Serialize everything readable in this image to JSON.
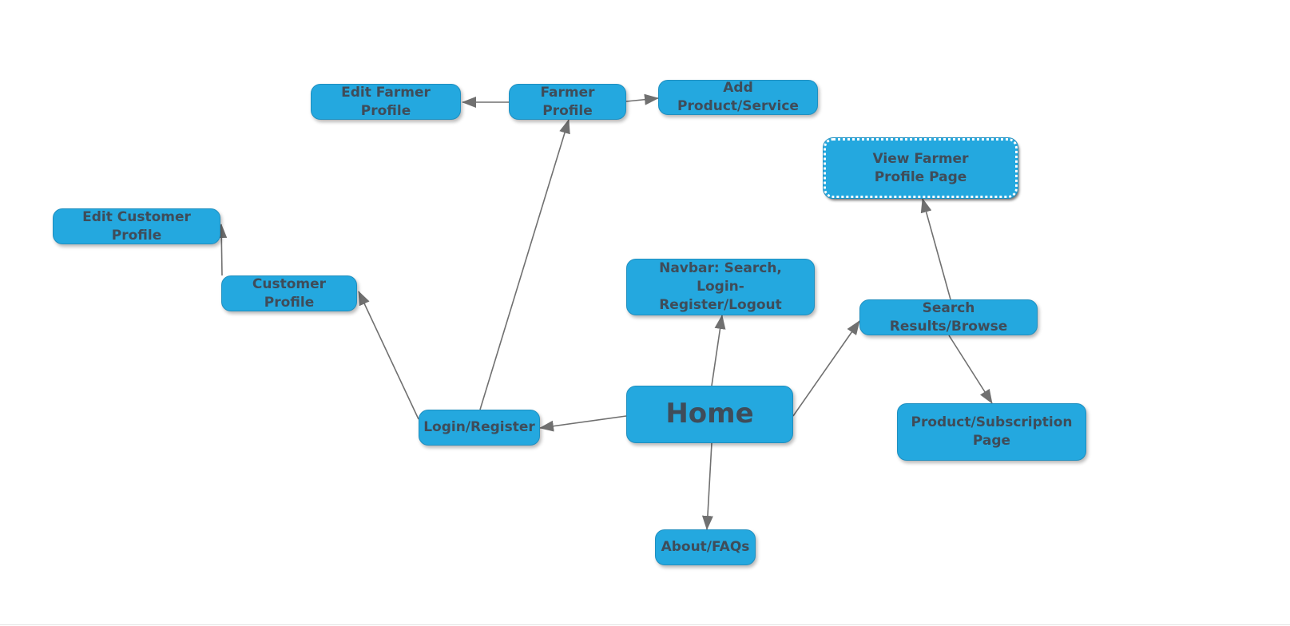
{
  "diagram": {
    "nodes": [
      {
        "id": "home",
        "label": "Home"
      },
      {
        "id": "login_register",
        "label": "Login/Register"
      },
      {
        "id": "farmer_profile",
        "label": "Farmer Profile"
      },
      {
        "id": "edit_farmer_profile",
        "label": "Edit Farmer Profile"
      },
      {
        "id": "add_product_service",
        "label": "Add Product/Service"
      },
      {
        "id": "customer_profile",
        "label": "Customer Profile"
      },
      {
        "id": "edit_customer_profile",
        "label": "Edit Customer Profile"
      },
      {
        "id": "navbar",
        "label": "Navbar: Search, Login-Register/Logout"
      },
      {
        "id": "search_results",
        "label": "Search Results/Browse"
      },
      {
        "id": "view_farmer_profile",
        "label": "View Farmer Profile Page"
      },
      {
        "id": "product_subscription",
        "label": "Product/Subscription Page"
      },
      {
        "id": "about_faqs",
        "label": "About/FAQs"
      }
    ],
    "edges": [
      {
        "from": "home",
        "to": "login_register"
      },
      {
        "from": "home",
        "to": "navbar"
      },
      {
        "from": "home",
        "to": "search_results"
      },
      {
        "from": "home",
        "to": "about_faqs"
      },
      {
        "from": "login_register",
        "to": "customer_profile"
      },
      {
        "from": "login_register",
        "to": "farmer_profile"
      },
      {
        "from": "customer_profile",
        "to": "edit_customer_profile"
      },
      {
        "from": "farmer_profile",
        "to": "edit_farmer_profile"
      },
      {
        "from": "farmer_profile",
        "to": "add_product_service"
      },
      {
        "from": "search_results",
        "to": "view_farmer_profile"
      },
      {
        "from": "search_results",
        "to": "product_subscription"
      }
    ],
    "selected_node": "view_farmer_profile"
  },
  "colors": {
    "node_fill": "#24a8df",
    "node_text": "#3f4c59",
    "edge": "#707070",
    "selection_border": "#ffffff"
  }
}
